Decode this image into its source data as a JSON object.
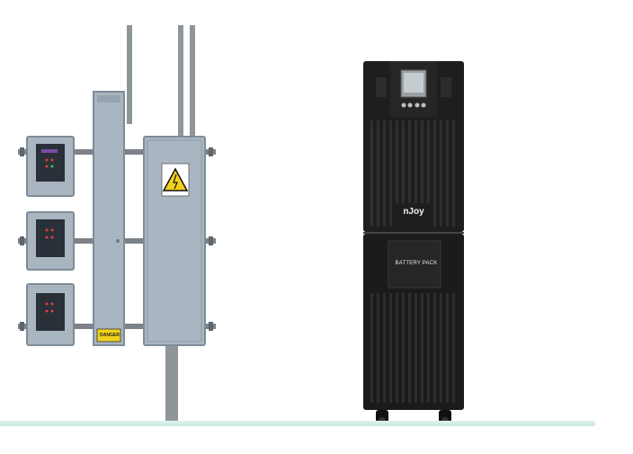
{
  "scene": {
    "left_item": "electrical enclosures on pole",
    "right_item": "tower UPS with battery cabinet"
  },
  "labels": {
    "danger": "DANGER",
    "brand": "nJoy",
    "battery": "BATTERY PACK"
  },
  "colors": {
    "enclosure": "#a9b6c2",
    "enclosure_edge": "#7e8b98",
    "pipe": "#8f9699",
    "ups_body": "#1e1e1e",
    "ups_fins": "#2e2e2e",
    "floor": "#d7efe9",
    "warning_yellow": "#f2d11a"
  },
  "icons": [
    "warning-triangle-icon",
    "lcd-display-icon"
  ]
}
